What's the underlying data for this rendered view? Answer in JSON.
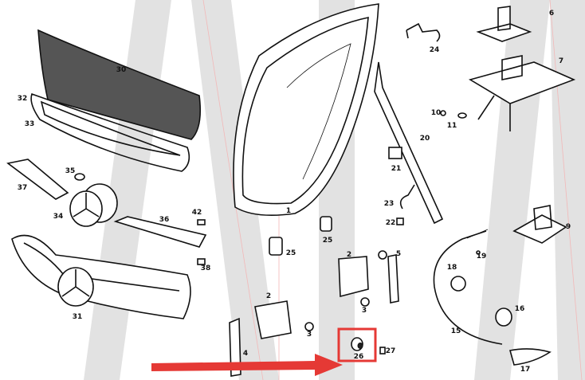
{
  "diagram": {
    "part_labels": [
      "30",
      "32",
      "33",
      "37",
      "35",
      "34",
      "36",
      "42",
      "38",
      "31",
      "1",
      "24",
      "6",
      "7",
      "10",
      "11",
      "20",
      "21",
      "23",
      "22",
      "25",
      "25",
      "2",
      "5",
      "3",
      "2",
      "4",
      "3",
      "26",
      "27",
      "9",
      "19",
      "18",
      "16",
      "15",
      "17"
    ],
    "highlight": {
      "label": "26",
      "color": "#e53935"
    },
    "watermark_color": "#d9d9d9"
  }
}
